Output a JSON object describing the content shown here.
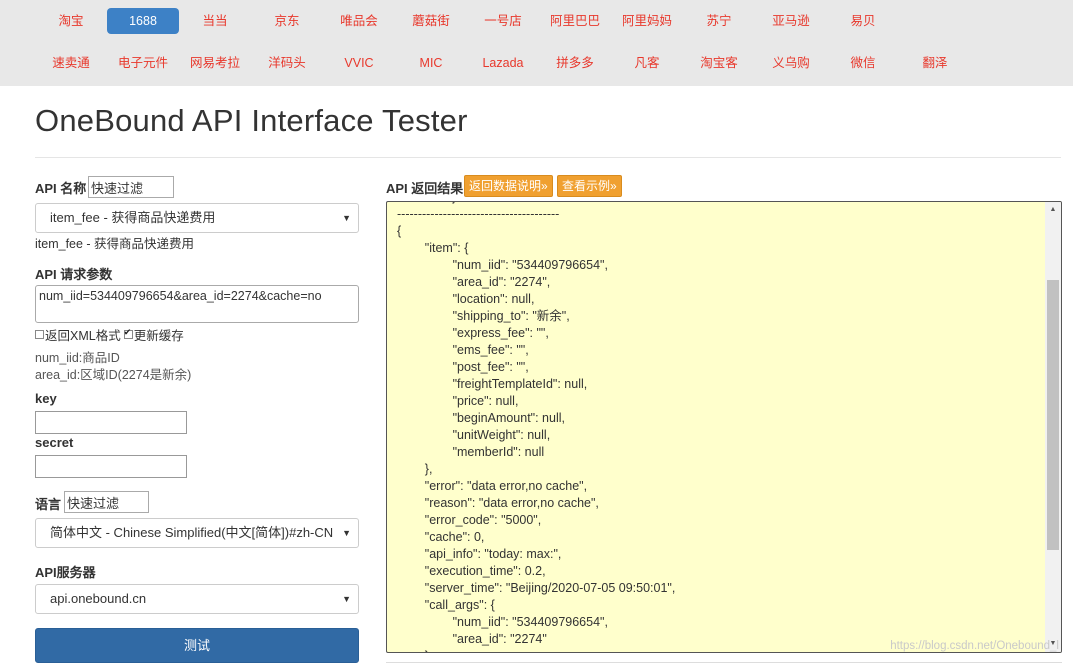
{
  "nav": {
    "row1": [
      "淘宝",
      "1688",
      "当当",
      "京东",
      "唯品会",
      "蘑菇街",
      "一号店",
      "阿里巴巴",
      "阿里妈妈",
      "苏宁",
      "亚马逊",
      "易贝"
    ],
    "row2": [
      "速卖通",
      "电子元件",
      "网易考拉",
      "洋码头",
      "VVIC",
      "MIC",
      "Lazada",
      "拼多多",
      "凡客",
      "淘宝客",
      "义乌购",
      "微信",
      "翻泽"
    ],
    "active": "1688"
  },
  "page_title": "OneBound API Interface Tester",
  "form": {
    "api_name_label": "API 名称",
    "api_filter_value": "快速过滤",
    "api_select_value": "item_fee - 获得商品快递费用",
    "api_description": "item_fee - 获得商品快递费用",
    "params_label": "API 请求参数",
    "params_value": "num_iid=534409796654&area_id=2274&cache=no",
    "xml_checkbox_label": "返回XML格式",
    "xml_checked": false,
    "cache_checkbox_label": "更新缓存",
    "cache_checked": true,
    "param_hint_1": "num_iid:商品ID",
    "param_hint_2": "area_id:区域ID(2274是新余)",
    "key_label": "key",
    "key_value": "",
    "secret_label": "secret",
    "secret_value": "",
    "lang_label": "语言",
    "lang_filter_value": "快速过滤",
    "lang_select_value": "简体中文 - Chinese Simplified(中文[简体])#zh-CN",
    "server_label": "API服务器",
    "server_select_value": "api.onebound.cn",
    "test_button": "测试"
  },
  "result": {
    "label": "API 返回结果",
    "doc_button": "返回数据说明»",
    "example_button": "查看示例»",
    "text": "Result Object:\n---------------------------------------\n{\n\t\"item\": {\n\t\t\"num_iid\": \"534409796654\",\n\t\t\"area_id\": \"2274\",\n\t\t\"location\": null,\n\t\t\"shipping_to\": \"新余\",\n\t\t\"express_fee\": \"\",\n\t\t\"ems_fee\": \"\",\n\t\t\"post_fee\": \"\",\n\t\t\"freightTemplateId\": null,\n\t\t\"price\": null,\n\t\t\"beginAmount\": null,\n\t\t\"unitWeight\": null,\n\t\t\"memberId\": null\n\t},\n\t\"error\": \"data error,no cache\",\n\t\"reason\": \"data error,no cache\",\n\t\"error_code\": \"5000\",\n\t\"cache\": 0,\n\t\"api_info\": \"today: max:\",\n\t\"execution_time\": 0.2,\n\t\"server_time\": \"Beijing/2020-07-05 09:50:01\",\n\t\"call_args\": {\n\t\t\"num_iid\": \"534409796654\",\n\t\t\"area_id\": \"2274\"\n\t},"
  },
  "watermark": "https://blog.csdn.net/Onebound_l",
  "colors": {
    "nav_bg": "#e8e8e8",
    "nav_link": "#e8382c",
    "nav_active_bg": "#3d81c6",
    "orange_button": "#f0a030",
    "result_bg": "#ffffcc",
    "test_button": "#316aa5"
  }
}
